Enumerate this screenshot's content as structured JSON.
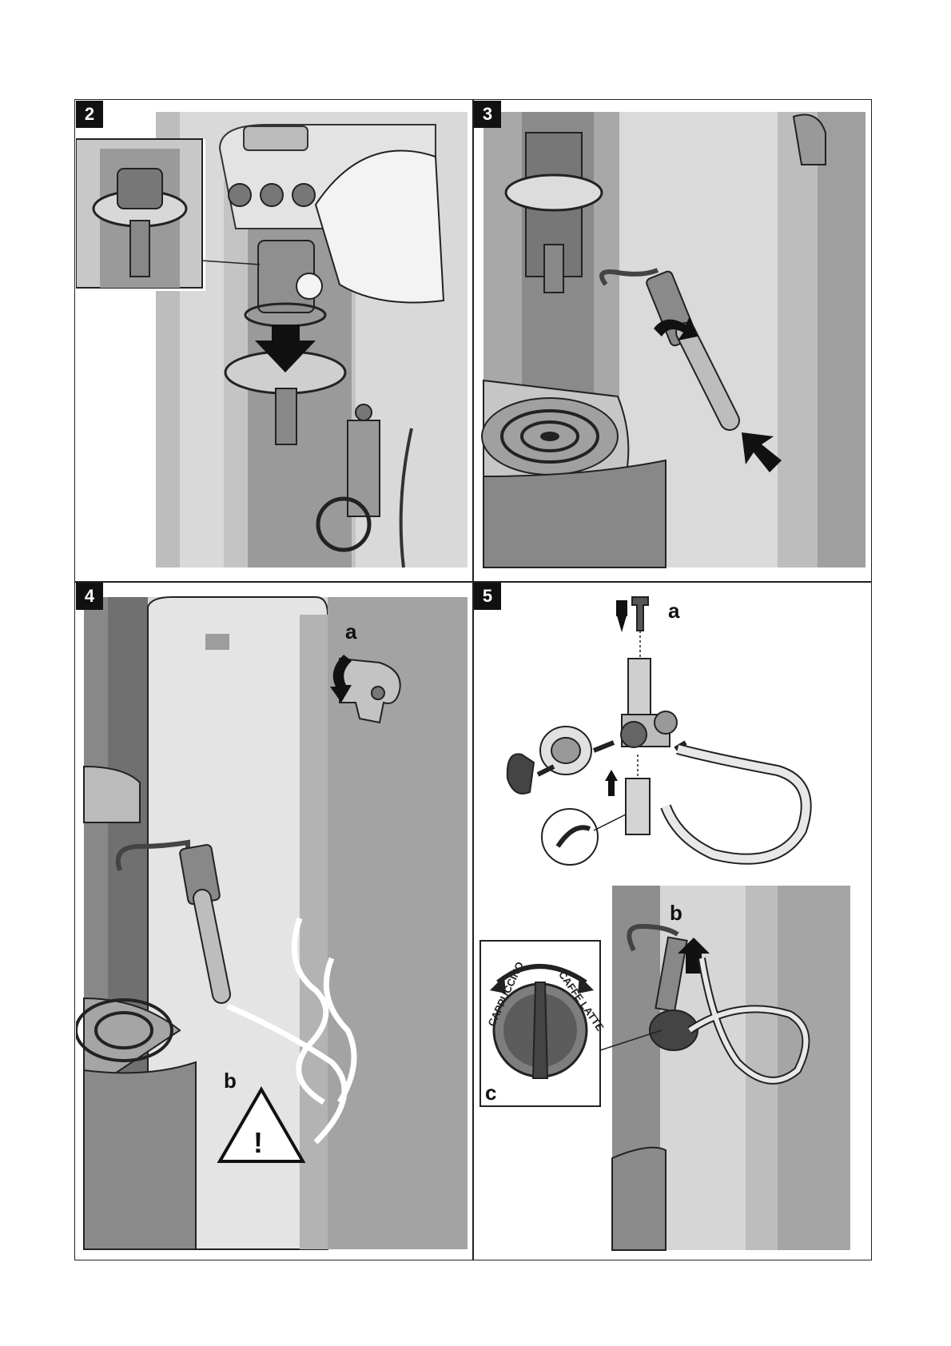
{
  "panels": [
    {
      "number": "2"
    },
    {
      "number": "3"
    },
    {
      "number": "4",
      "labels": {
        "a": "a",
        "b": "b"
      }
    },
    {
      "number": "5",
      "labels": {
        "a": "a",
        "b": "b",
        "c": "c"
      },
      "dial": {
        "left": "CAPPUCCINO",
        "right": "CAFFE LATTE"
      }
    }
  ],
  "warning_symbol": "!",
  "icons": [
    "down-arrow-icon",
    "rotate-arrow-icon",
    "push-arrow-icon",
    "warning-triangle-icon",
    "steam-icon"
  ]
}
